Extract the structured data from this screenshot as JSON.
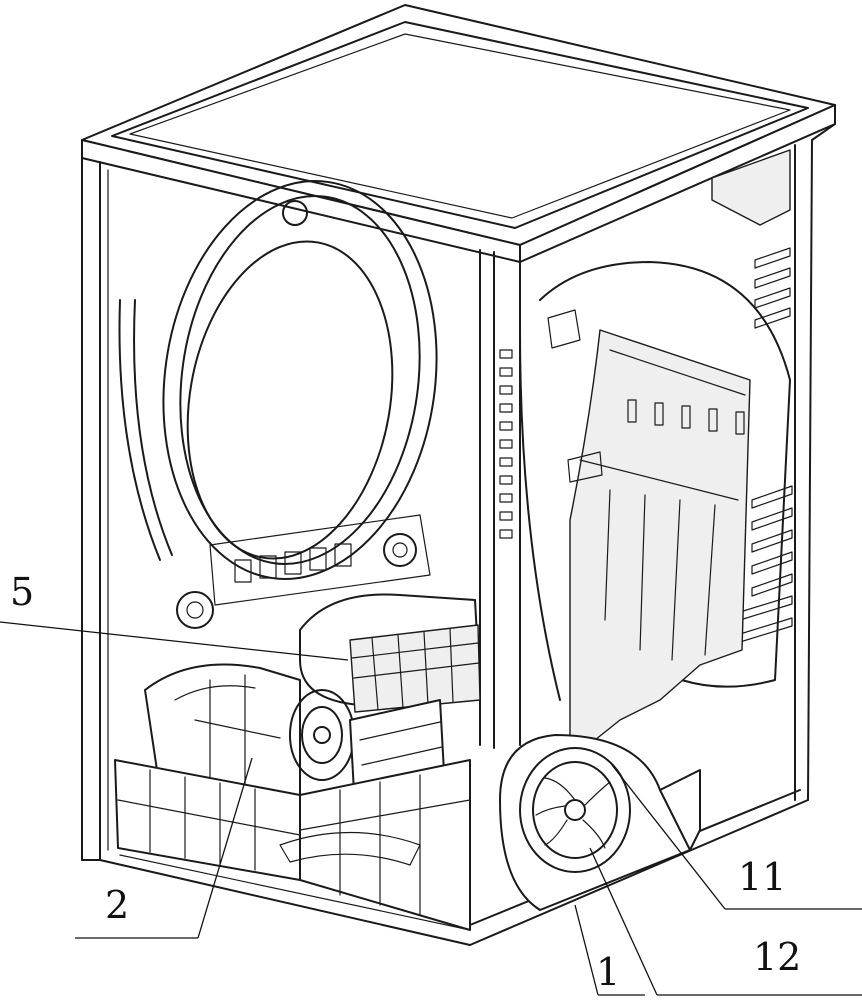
{
  "labels": {
    "l5": "5",
    "l2": "2",
    "l11": "11",
    "l1": "1",
    "l12": "12"
  }
}
